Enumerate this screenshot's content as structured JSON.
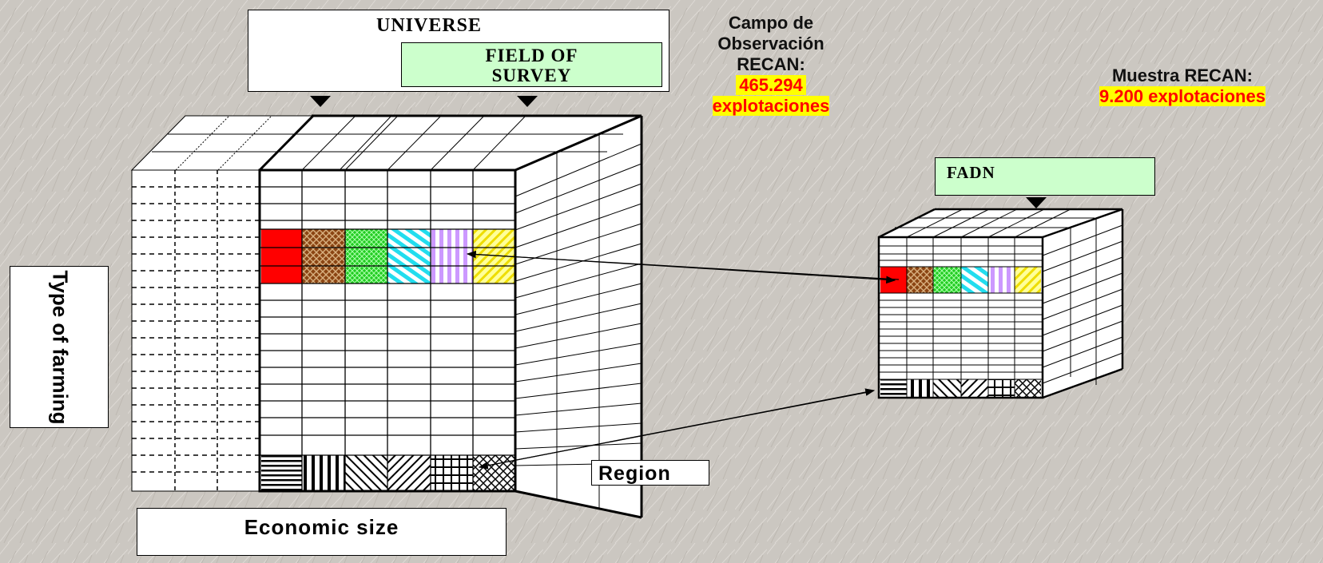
{
  "labels": {
    "universe": "UNIVERSE",
    "field_of_survey_line1": "FIELD OF",
    "field_of_survey_line2": "SURVEY",
    "fadn": "FADN",
    "region": "Region",
    "economic_size": "Economic size",
    "type_of_farming": "Type of farming"
  },
  "campo": {
    "line1": "Campo de",
    "line2": "Observación",
    "line3": "RECAN:",
    "count": "465.294",
    "unit": "explotaciones"
  },
  "muestra": {
    "line1": "Muestra RECAN:",
    "count": "9.200 explotaciones"
  },
  "colors": {
    "background": "#c9c5bf",
    "highlight_bg": "#ffff00",
    "highlight_text": "#ff0000",
    "label_box_green": "#ccffcc",
    "cells": [
      "#ff0000",
      "#8b4513",
      "#33dd33",
      "#33ddee",
      "#cc99ff",
      "#ffff66"
    ]
  }
}
